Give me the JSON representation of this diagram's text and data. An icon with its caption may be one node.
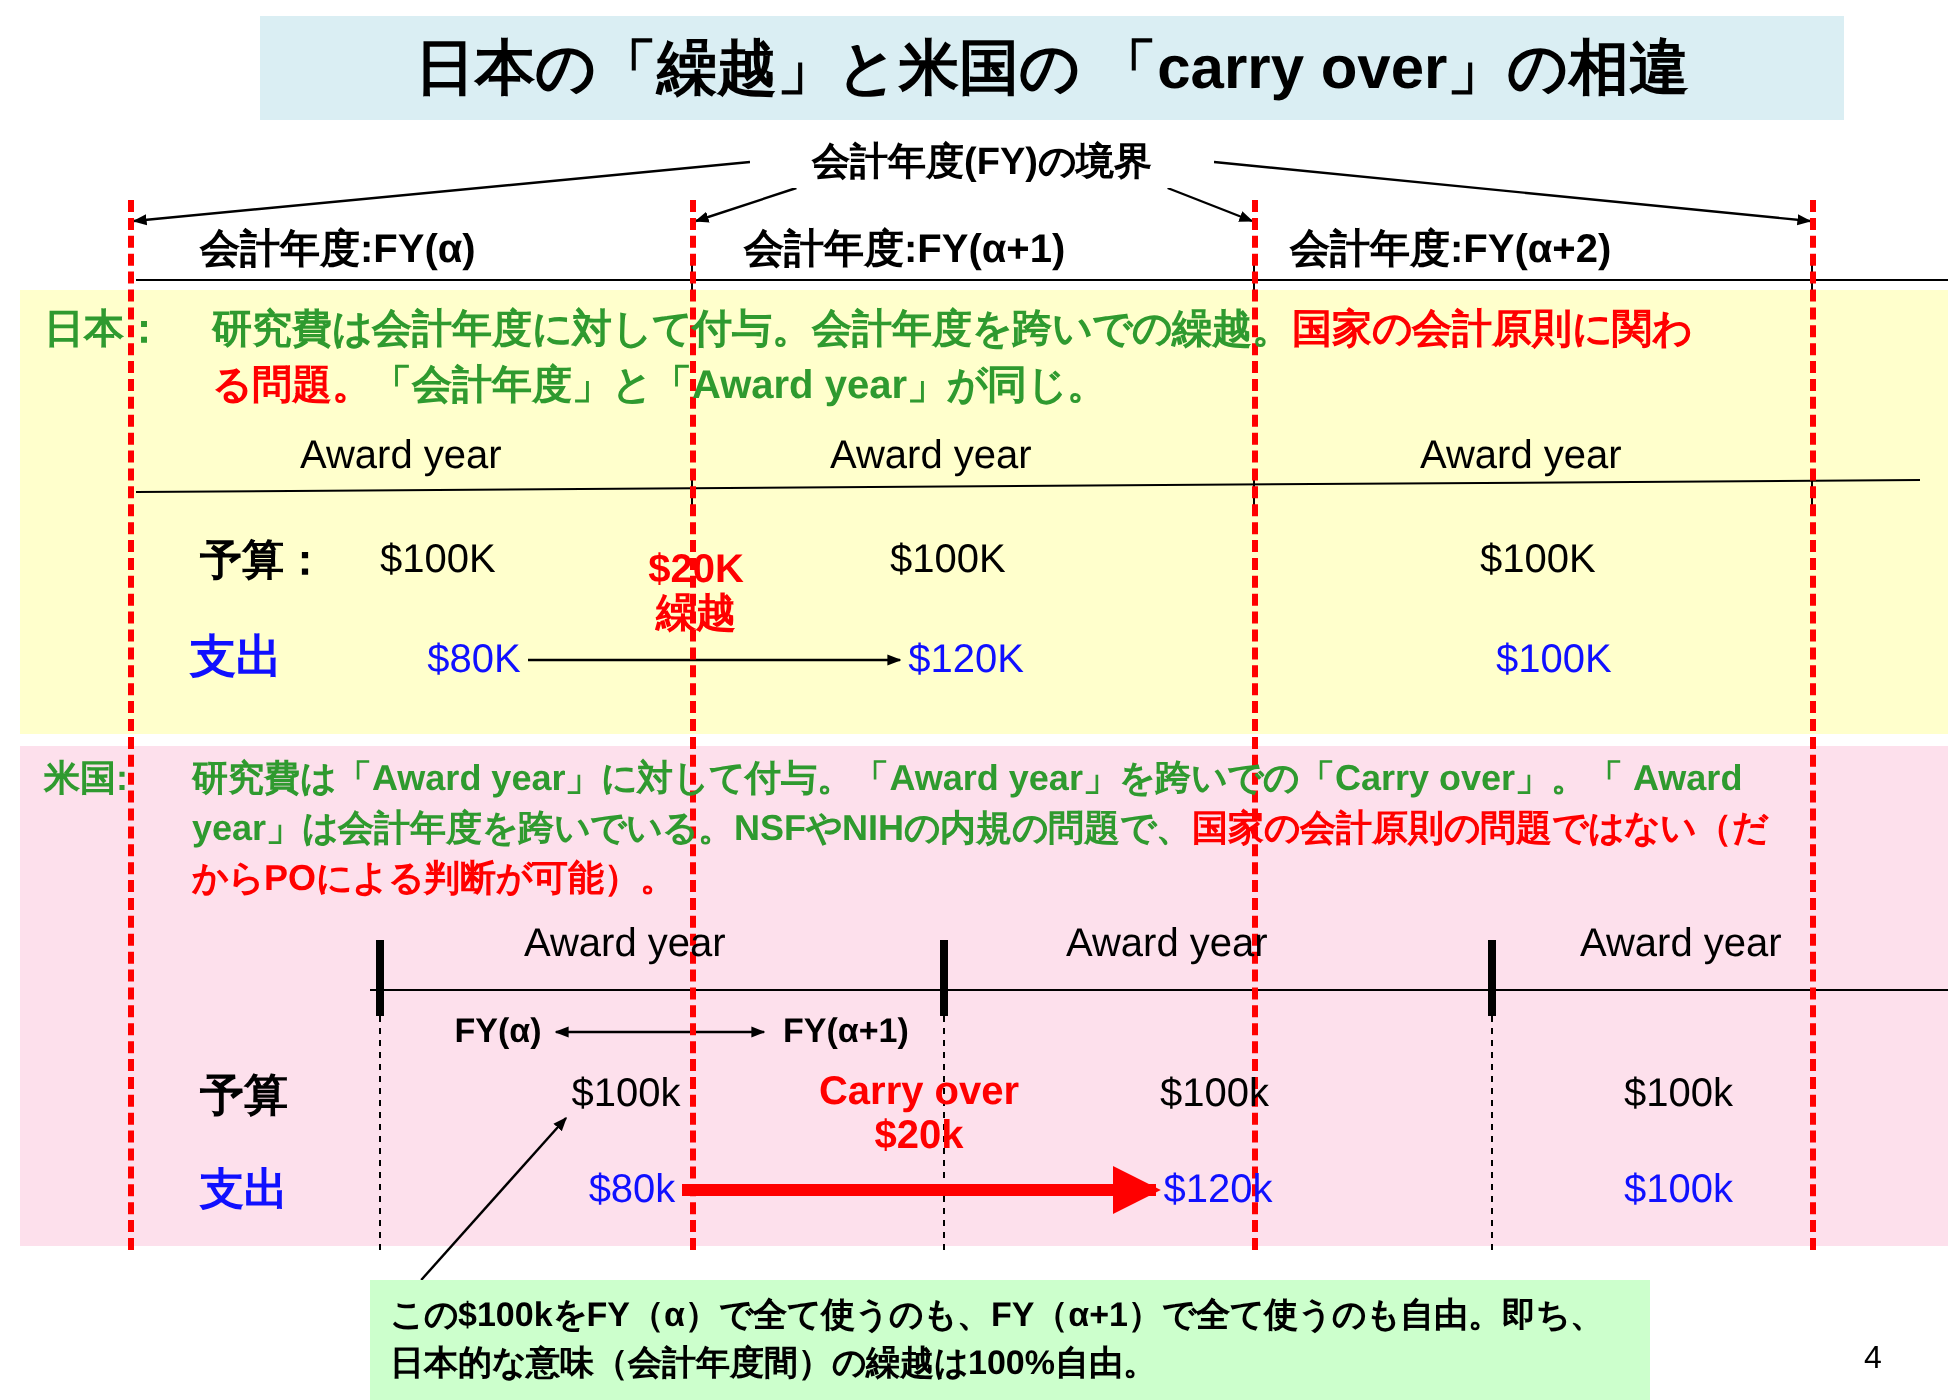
{
  "diagram": {
    "nodes": [
      {
        "text": [
          "日本の「繰越」と米国の 「carry over」の相違"
        ]
      },
      {
        "text": [
          "会計年度(FY)の境界"
        ]
      },
      {
        "text": [],
        "shape": "bar"
      },
      {
        "text": [],
        "shape": "bar"
      },
      {
        "text": [],
        "shape": "bar"
      },
      {
        "text": [],
        "shape": "bar"
      },
      {
        "text": [
          "日本：",
          "研究費は会計年度に対して付与。会計年度を跨いでの繰越。",
          "国家の会計原則に関わる問題。",
          "「会計年度」と「Award year」が同じ。"
        ]
      },
      {
        "text": [
          "$80K"
        ],
        "in": 6
      },
      {
        "text": [
          "$120K"
        ],
        "in": 6
      },
      {
        "text": [
          "米国:",
          "研究費は「Award year」に対して付与。「Award year」を跨いでの「Carry over」。「 Award year」は会計年度を跨いでいる。NSFやNIHの内規の問題で、",
          "国家の会計原則の問題ではない（だからPOによる判断が可能）。"
        ]
      },
      {
        "text": [
          "FY(α)"
        ],
        "in": 9
      },
      {
        "text": [
          "FY(α+1)"
        ],
        "in": 9
      },
      {
        "text": [
          "$100k"
        ],
        "in": 9
      },
      {
        "text": [
          "$80k"
        ],
        "in": 9
      },
      {
        "text": [
          "$120k"
        ],
        "in": 9
      },
      {
        "text": [
          "この$100kをFY（α）で全て使うのも、FY（α+1）で全て使うのも自由。即ち、日本的な意味（会計年度間）の繰越は100%自由。"
        ]
      }
    ],
    "edges": [
      {
        "from": 1,
        "to": 2,
        "arrow": "to"
      },
      {
        "from": 1,
        "to": 3,
        "arrow": "to"
      },
      {
        "from": 1,
        "to": 4,
        "arrow": "to"
      },
      {
        "from": 1,
        "to": 5,
        "arrow": "to"
      },
      {
        "from": 7,
        "to": 8,
        "arrow": "to",
        "label": "$20K 繰越"
      },
      {
        "from": 10,
        "to": 11,
        "arrow": "both"
      },
      {
        "from": 13,
        "to": 14,
        "arrow": "to",
        "label": "Carry over $20k",
        "style": "thick",
        "color": "#ff0000"
      },
      {
        "from": 15,
        "to": 12,
        "arrow": "to"
      }
    ],
    "labels": [
      "会計年度:FY(α)",
      "会計年度:FY(α+1)",
      "会計年度:FY(α+2)",
      "Award year",
      "Award year",
      "Award year",
      "予算：",
      "$100K",
      "$100K",
      "$100K",
      "支出",
      "$100K",
      "Award year",
      "Award year",
      "Award year",
      "予算",
      "$100k",
      "$100k",
      "支出",
      "$100k",
      "4"
    ]
  }
}
